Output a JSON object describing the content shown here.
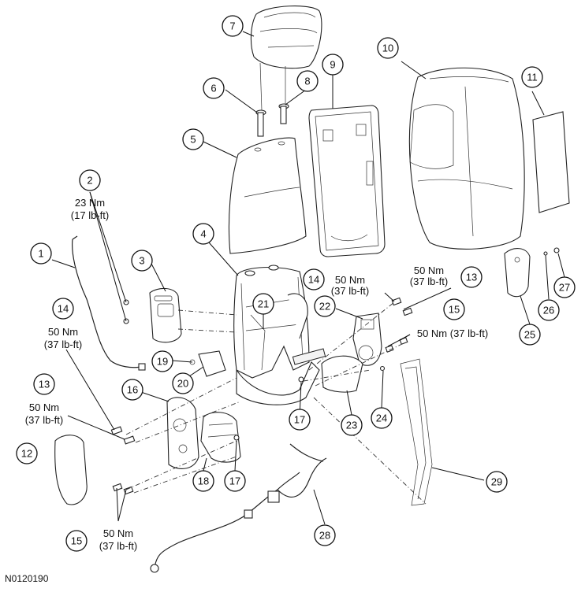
{
  "figure_id": "N0120190",
  "callouts": [
    {
      "id": "c1",
      "label": "1"
    },
    {
      "id": "c2",
      "label": "2"
    },
    {
      "id": "c3",
      "label": "3"
    },
    {
      "id": "c4",
      "label": "4"
    },
    {
      "id": "c5",
      "label": "5"
    },
    {
      "id": "c6",
      "label": "6"
    },
    {
      "id": "c7",
      "label": "7"
    },
    {
      "id": "c8",
      "label": "8"
    },
    {
      "id": "c9",
      "label": "9"
    },
    {
      "id": "c10",
      "label": "10"
    },
    {
      "id": "c11",
      "label": "11"
    },
    {
      "id": "c12",
      "label": "12"
    },
    {
      "id": "c13a",
      "label": "13"
    },
    {
      "id": "c13b",
      "label": "13"
    },
    {
      "id": "c14a",
      "label": "14"
    },
    {
      "id": "c14b",
      "label": "14"
    },
    {
      "id": "c15a",
      "label": "15"
    },
    {
      "id": "c15b",
      "label": "15"
    },
    {
      "id": "c16",
      "label": "16"
    },
    {
      "id": "c17a",
      "label": "17"
    },
    {
      "id": "c17b",
      "label": "17"
    },
    {
      "id": "c18",
      "label": "18"
    },
    {
      "id": "c19",
      "label": "19"
    },
    {
      "id": "c20",
      "label": "20"
    },
    {
      "id": "c21",
      "label": "21"
    },
    {
      "id": "c22",
      "label": "22"
    },
    {
      "id": "c23",
      "label": "23"
    },
    {
      "id": "c24",
      "label": "24"
    },
    {
      "id": "c25",
      "label": "25"
    },
    {
      "id": "c26",
      "label": "26"
    },
    {
      "id": "c27",
      "label": "27"
    },
    {
      "id": "c28",
      "label": "28"
    },
    {
      "id": "c29",
      "label": "29"
    }
  ],
  "torques": [
    {
      "id": "t2",
      "nm": "23 Nm",
      "lbft": "(17 lb-ft)"
    },
    {
      "id": "t14a",
      "nm": "50 Nm",
      "lbft": "(37 lb-ft)"
    },
    {
      "id": "t14b",
      "nm": "50 Nm",
      "lbft": "(37 lb-ft)"
    },
    {
      "id": "t13a",
      "nm": "50 Nm",
      "lbft": "(37 lb-ft)"
    },
    {
      "id": "t13b",
      "nm": "50 Nm",
      "lbft": "(37 lb-ft)"
    },
    {
      "id": "t15a",
      "nm": "50 Nm",
      "lbft": "(37 lb-ft)"
    },
    {
      "id": "t15b",
      "nm": "50 Nm (37 lb-ft)",
      "lbft": ""
    }
  ]
}
